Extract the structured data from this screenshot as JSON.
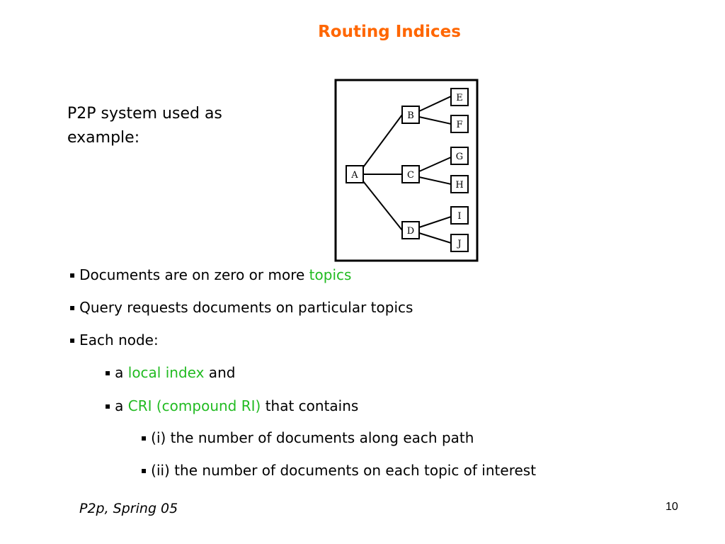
{
  "title": "Routing Indices",
  "colors": {
    "title": "#ff6600",
    "highlight": "#22bb22",
    "text": "#000000",
    "background": "#ffffff"
  },
  "intro": "P2P system used as example:",
  "tree": {
    "nodes": [
      "A",
      "B",
      "C",
      "D",
      "E",
      "F",
      "G",
      "H",
      "I",
      "J"
    ]
  },
  "bullets": {
    "b1": {
      "text": "Documents are on zero or more ",
      "highlight": "topics"
    },
    "b2": {
      "text": "Query requests documents on particular topics"
    },
    "b3": {
      "text": "Each node:"
    },
    "b4": {
      "prefix": "a ",
      "highlight": "local index",
      "suffix": " and"
    },
    "b5": {
      "prefix": "a ",
      "highlight": "CRI (compound RI)",
      "suffix": " that contains"
    },
    "b6": {
      "text": "(i) the number of documents along each path"
    },
    "b7": {
      "text": "(ii) the number of documents on each topic of interest"
    }
  },
  "bullet_glyph": "▪",
  "footer": {
    "left": "P2p, Spring 05",
    "page_number": "10"
  }
}
